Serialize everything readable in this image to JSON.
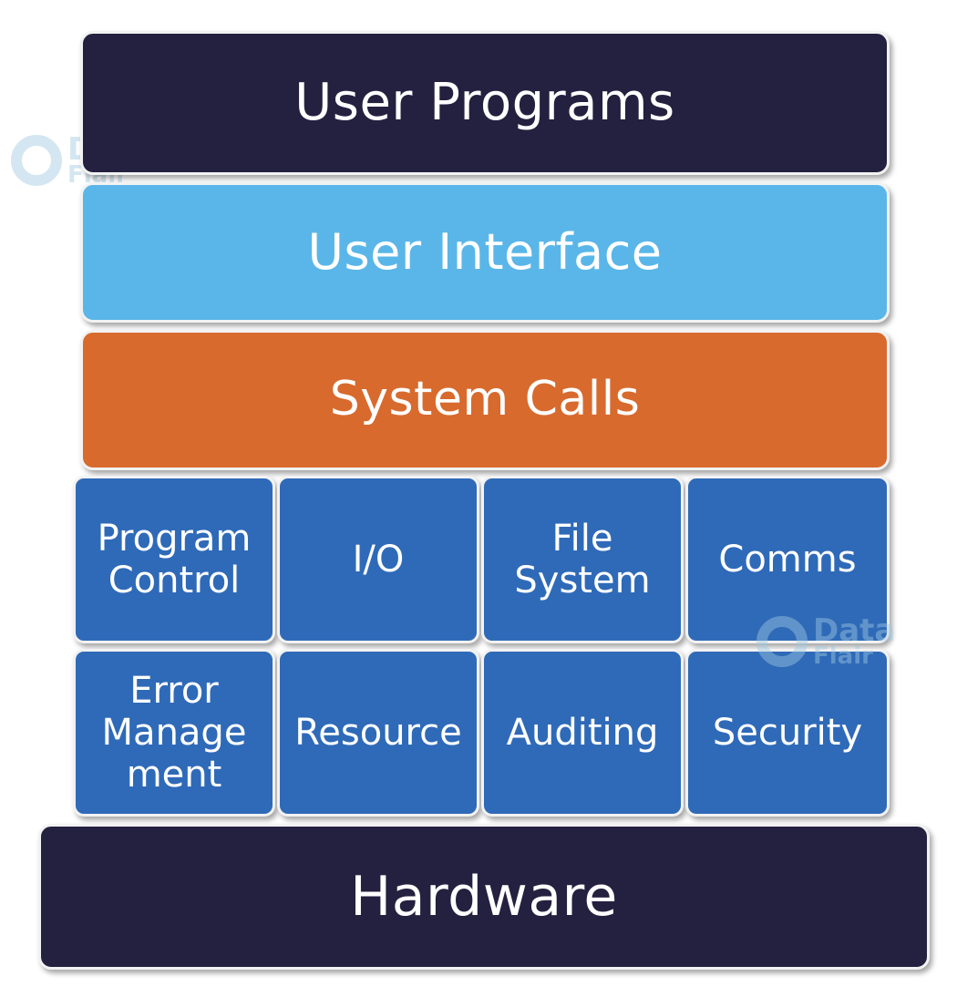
{
  "layers": {
    "user_programs": "User Programs",
    "user_interface": "User Interface",
    "system_calls": "System Calls",
    "hardware": "Hardware"
  },
  "categories": [
    "Program\nControl",
    "I/O",
    "File\nSystem",
    "Comms",
    "Error\nManage\nment",
    "Resource",
    "Auditing",
    "Security"
  ],
  "watermark": {
    "line1": "Data",
    "line2": "Flair"
  },
  "colors": {
    "dark_layer": "#24203f",
    "user_interface": "#5ab6e8",
    "system_calls": "#d86a2e",
    "category_cell": "#2f6ab8"
  }
}
